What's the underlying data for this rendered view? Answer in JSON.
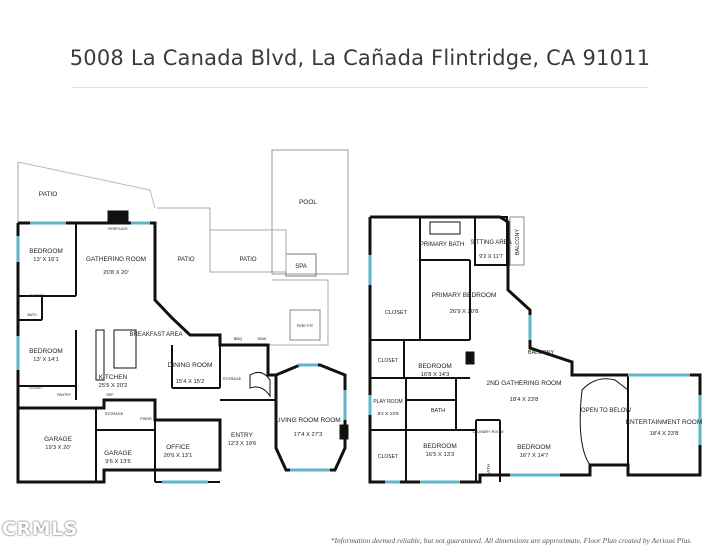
{
  "title": "5008 La Canada Blvd, La Cañada Flintridge, CA 91011",
  "watermark": "CRMLS",
  "disclaimer": "*Information deemed reliable, but not guaranteed. All dimensions are approximate. Floor Plan created by Aerious Plus.",
  "first_floor": {
    "patio": "PATIO",
    "pool": "POOL",
    "spa": "SPA",
    "fireplace": "FIREPLACE",
    "fire_pit": "FIRE PIT",
    "bbq": "BBQ",
    "sink": "SINK",
    "patio_mid": "PATIO",
    "patio_right": "PATIO",
    "bedroom1": {
      "name": "BEDROOM",
      "dims": "13' X 16'1"
    },
    "gathering": {
      "name": "GATHERING ROOM",
      "dims": "20'8 X 20'"
    },
    "closet1": "CLOSET",
    "bath1": "BATH",
    "breakfast": {
      "name": "BREAKFAST AREA"
    },
    "bedroom2": {
      "name": "BEDROOM",
      "dims": "13' X 14'1"
    },
    "kitchen": {
      "name": "KITCHEN",
      "dims": "25'5 X 20'2"
    },
    "dining": {
      "name": "DINING ROOM",
      "dims": "15'4 X 15'2"
    },
    "storage1": "STORAGE",
    "closet2": "CLOSET",
    "pantry": "PANTRY",
    "ref": "REF",
    "storage2": "STORAGE",
    "pwdr": "PWDR",
    "garage1": {
      "name": "GARAGE",
      "dims": "19'3 X 20'"
    },
    "garage2": {
      "name": "GARAGE",
      "dims": "9'6 X 13'6"
    },
    "office": {
      "name": "OFFICE",
      "dims": "20'6 X 13'1"
    },
    "entry": {
      "name": "ENTRY",
      "dims": "12'3 X 19'6"
    },
    "living": {
      "name": "LIVING ROOM ROOM",
      "dims": "17'4 X 27'3"
    }
  },
  "second_floor": {
    "primary_bath": {
      "name": "PRIMARY BATH"
    },
    "sitting": {
      "name": "SITTING AREA",
      "dims": "9'2 X 11'7"
    },
    "balcony1": "BALCONY",
    "closet_big": "CLOSET",
    "primary_bed": {
      "name": "PRIMARY BEDROOM",
      "dims": "26'9 X 20'8"
    },
    "closet_a": "CLOSET",
    "balcony2": "BALCONY",
    "bedroom_a": {
      "name": "BEDROOM",
      "dims": "16'8 X 14'3"
    },
    "gathering2": {
      "name": "2ND GATHERING ROOM",
      "dims": "18'4 X 23'8"
    },
    "play": {
      "name": "PLAY ROOM",
      "dims": "8'2 X 13'9"
    },
    "bath_a": "BATH",
    "open_below": "OPEN TO BELOW",
    "entertainment": {
      "name": "ENTERTAINMENT ROOM",
      "dims": "18'4 X 23'8"
    },
    "laundry": "LAUNDRY ROOM",
    "closet_b": "CLOSET",
    "bedroom_b": {
      "name": "BEDROOM",
      "dims": "16'5 X 13'3"
    },
    "bedroom_c": {
      "name": "BEDROOM",
      "dims": "16'7 X 14'7"
    },
    "bath_b": "BATH"
  }
}
